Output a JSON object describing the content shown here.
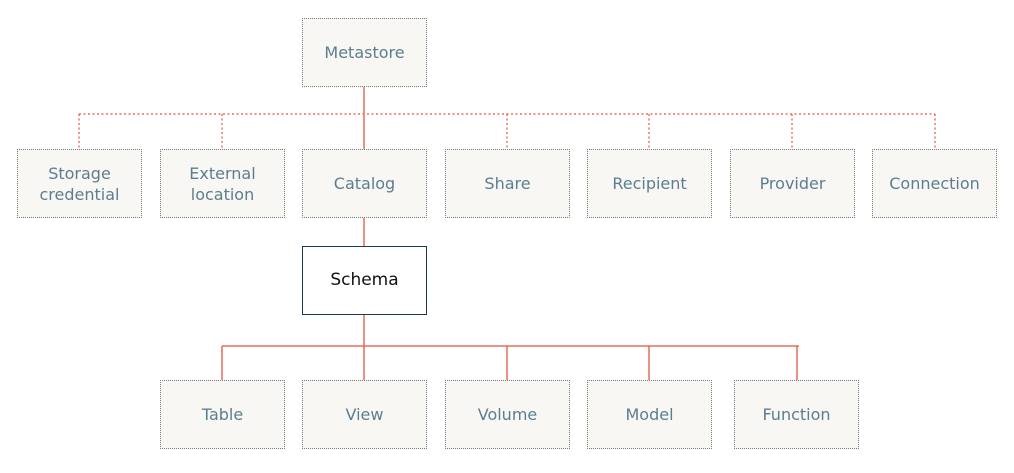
{
  "colors": {
    "line": "#e3533f",
    "node_fill": "#f8f7f4",
    "node_border": "#6f7f78",
    "node_text": "#5b7e8f",
    "highlight_border": "#1d3a4a",
    "highlight_text": "#111111"
  },
  "nodes": {
    "metastore": "Metastore",
    "storage_credential": "Storage\ncredential",
    "external_location": "External\nlocation",
    "catalog": "Catalog",
    "share": "Share",
    "recipient": "Recipient",
    "provider": "Provider",
    "connection": "Connection",
    "schema": "Schema",
    "table": "Table",
    "view": "View",
    "volume": "Volume",
    "model": "Model",
    "function": "Function"
  }
}
